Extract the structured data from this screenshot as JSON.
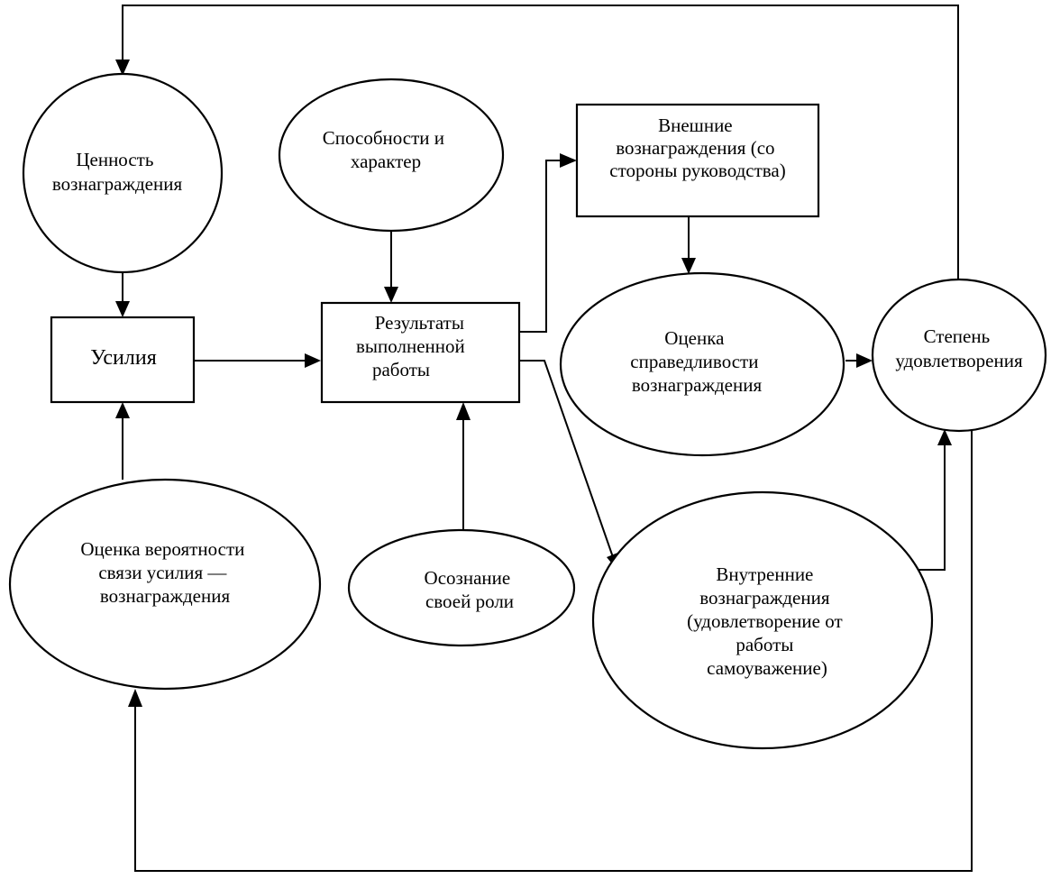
{
  "nodes": {
    "value_of_reward": {
      "lines": [
        "Ценность",
        "вознаграждения"
      ]
    },
    "effort": {
      "lines": [
        "Усилия"
      ]
    },
    "probability_estimate": {
      "lines": [
        "Оценка вероятности",
        "связи усилия —",
        "вознаграждения"
      ]
    },
    "abilities": {
      "lines": [
        "Способности и",
        "характер"
      ]
    },
    "results": {
      "lines": [
        "Результаты",
        "выполненной",
        "работы"
      ]
    },
    "role_awareness": {
      "lines": [
        "Осознание",
        "своей роли"
      ]
    },
    "external_rewards": {
      "lines": [
        "Внешние",
        "вознаграждения (со",
        "стороны руководства)"
      ]
    },
    "fairness_estimate": {
      "lines": [
        "Оценка",
        "справедливости",
        "вознаграждения"
      ]
    },
    "internal_rewards": {
      "lines": [
        "Внутренние",
        "вознаграждения",
        "(удовлетворение от",
        "работы",
        "самоуважение)"
      ]
    },
    "satisfaction": {
      "lines": [
        "Степень",
        "удовлетворения"
      ]
    }
  }
}
